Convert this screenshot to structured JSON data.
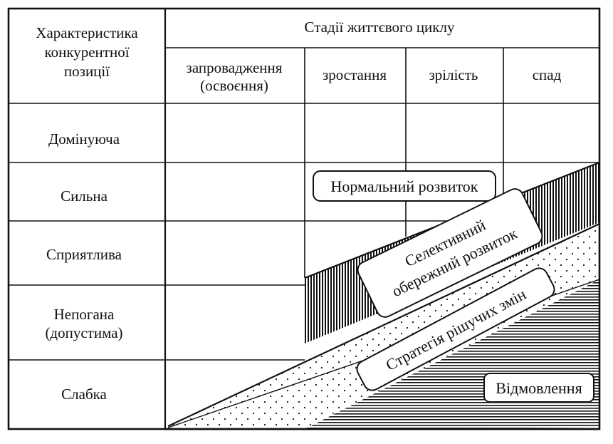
{
  "table": {
    "corner_header_lines": [
      "Характеристика",
      "конкурентної",
      "позиції"
    ],
    "stages_header": "Стадії життєвого циклу",
    "stages": [
      {
        "lines": [
          "запровадження",
          "(освоєння)"
        ]
      },
      {
        "lines": [
          "зростання"
        ]
      },
      {
        "lines": [
          "зрілість"
        ]
      },
      {
        "lines": [
          "спад"
        ]
      }
    ],
    "positions": [
      {
        "lines": [
          "Домінуюча"
        ]
      },
      {
        "lines": [
          "Сильна"
        ]
      },
      {
        "lines": [
          "Сприятлива"
        ]
      },
      {
        "lines": [
          "Непогана",
          "(допустима)"
        ]
      },
      {
        "lines": [
          "Слабка"
        ]
      }
    ]
  },
  "zones": {
    "normal": "Нормальний розвиток",
    "selective": [
      "Селективний",
      "обережний розвиток"
    ],
    "decisive": "Стратегія рішучих змін",
    "abandon": "Відмовлення"
  },
  "colors": {
    "line": "#111111",
    "background": "#ffffff",
    "fill": "#ffffff"
  }
}
